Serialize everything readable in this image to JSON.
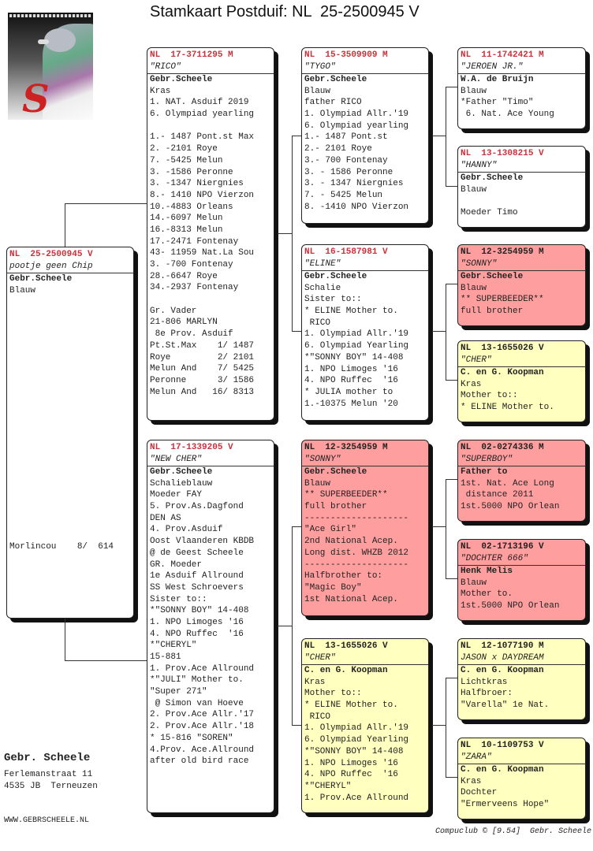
{
  "title": "Stamkaart Postduif: NL  25-2500945 V",
  "logo": {
    "name": "Scheele pigeon logo",
    "text": "S"
  },
  "colors": {
    "ring_red": "#c8323c",
    "box_red": "#ff9e9e",
    "box_yellow": "#ffffbf"
  },
  "subject": {
    "ring": "NL  25-2500945 V",
    "name": "pootje geen Chip",
    "lines": [
      "Gebr.Scheele",
      "Blauw"
    ],
    "result": "Morlincou    8/  614"
  },
  "pigeons": {
    "sire": {
      "ring": "NL  17-3711295 M",
      "name": "\"RICO\"",
      "lines": [
        "Gebr.Scheele",
        "Kras",
        "1. NAT. Asduif 2019",
        "6. Olympiad yearling",
        "",
        "1.- 1487 Pont.st Max",
        "2. -2101 Roye",
        "7. -5425 Melun",
        "3. -1586 Peronne",
        "3. -1347 Niergnies",
        "8.- 1410 NPO Vierzon",
        "10.-4883 Orleans",
        "14.-6097 Melun",
        "16.-8313 Melun",
        "17.-2471 Fontenay",
        "43- 11959 Nat.La Sou",
        "3. -700 Fontenay",
        "28.-6647 Roye",
        "34.-2937 Fontenay",
        "",
        "Gr. Vader",
        "21-806 MARLYN",
        " 8e Prov. Asduif",
        "Pt.St.Max    1/ 1487",
        "Roye         2/ 2101",
        "Melun And    7/ 5425",
        "Peronne      3/ 1586",
        "Melun And   16/ 8313"
      ]
    },
    "dam": {
      "ring": "NL  17-1339205 V",
      "name": "\"NEW CHER\"",
      "lines": [
        "Gebr.Scheele",
        "Schalieblauw",
        "Moeder FAY",
        "5. Prov.As.Dagfond",
        "DEN AS",
        "4. Prov.Asduif",
        "Oost Vlaanderen KBDB",
        "@ de Geest Scheele",
        "GR. Moeder",
        "1e Asduif Allround",
        "SS West Schroevers",
        "Sister to::",
        "*\"SONNY BOY\" 14-408",
        "1. NPO Limoges '16",
        "4. NPO Ruffec  '16",
        "*\"CHERYL\"",
        "15-881",
        "1. Prov.Ace Allround",
        "*\"JULI\" Mother to.",
        "\"Super 271\"",
        " @ Simon van Hoeve",
        "2. Prov.Ace Allr.'17",
        "2. Prov.Ace Allr.'18",
        "* 15-816 \"SOREN\"",
        "4.Prov. Ace.Allround",
        "after old bird race"
      ]
    },
    "ss": {
      "ring": "NL  15-3509909 M",
      "name": "\"TYGO\"",
      "lines": [
        "Gebr.Scheele",
        "Blauw",
        "father RICO",
        "1. Olympiad Allr.'19",
        "6. Olympiad yearling",
        "1.- 1487 Pont.st",
        "2.- 2101 Roye",
        "3.- 700 Fontenay",
        "3. - 1586 Peronne",
        "3. - 1347 Niergnies",
        "7. - 5425 Melun",
        "8. -1410 NPO Vierzon"
      ]
    },
    "sd": {
      "ring": "NL  16-1587981 V",
      "name": "\"ELINE\"",
      "lines": [
        "Gebr.Scheele",
        "Schalie",
        "Sister to::",
        "* ELINE Mother to.",
        " RICO",
        "1. Olympiad Allr.'19",
        "6. Olympiad Yearling",
        "*\"SONNY BOY\" 14-408",
        "1. NPO Limoges '16",
        "4. NPO Ruffec  '16",
        "* JULIA mother to",
        "1.-10375 Melun '20"
      ]
    },
    "ds": {
      "ring": "NL  12-3254959 M",
      "name": "\"SONNY\"",
      "color": "red",
      "lines": [
        "Gebr.Scheele",
        "Blauw",
        "** SUPERBEEDER**",
        "full brother",
        "--------------------",
        "\"Ace Girl\"",
        "2nd National Acep.",
        "Long dist. WHZB 2012",
        "--------------------",
        "Halfbrother to:",
        "\"Magic Boy\"",
        "1st National Acep."
      ]
    },
    "dd": {
      "ring": "NL  13-1655026 V",
      "name": "\"CHER\"",
      "color": "yellow",
      "lines": [
        "C. en G. Koopman",
        "Kras",
        "Mother to::",
        "* ELINE Mother to.",
        " RICO",
        "1. Olympiad Allr.'19",
        "6. Olympiad Yearling",
        "*\"SONNY BOY\" 14-408",
        "1. NPO Limoges '16",
        "4. NPO Ruffec  '16",
        "*\"CHERYL\"",
        "1. Prov.Ace Allround"
      ]
    },
    "sss": {
      "ring": "NL  11-1742421 M",
      "name": "\"JEROEN JR.\"",
      "lines": [
        "W.A. de Bruijn",
        "Blauw",
        "*Father \"Timo\"",
        " 6. Nat. Ace Young"
      ]
    },
    "ssd": {
      "ring": "NL  13-1308215 V",
      "name": "\"HANNY\"",
      "lines": [
        "Gebr.Scheele",
        "Blauw",
        "",
        "Moeder Timo"
      ]
    },
    "sds": {
      "ring": "NL  12-3254959 M",
      "name": "\"SONNY\"",
      "color": "red",
      "lines": [
        "Gebr.Scheele",
        "Blauw",
        "** SUPERBEEDER**",
        "full brother"
      ]
    },
    "sdd": {
      "ring": "NL  13-1655026 V",
      "name": "\"CHER\"",
      "color": "yellow",
      "lines": [
        "C. en G. Koopman",
        "Kras",
        "Mother to::",
        "* ELINE Mother to."
      ]
    },
    "dss": {
      "ring": "NL  02-0274336 M",
      "name": "\"SUPERBOY\"",
      "color": "red",
      "lines": [
        "Father to",
        "1st. Nat. Ace Long",
        " distance 2011",
        "1st.5000 NPO Orlean"
      ]
    },
    "dsd": {
      "ring": "NL  02-1713196 V",
      "name": "\"DOCHTER 666\"",
      "color": "red",
      "lines": [
        "Henk Melis",
        "Blauw",
        "Mother to.",
        "1st.5000 NPO Orlean"
      ]
    },
    "dds": {
      "ring": "NL  12-1077190 M",
      "name": "JASON x DAYDREAM",
      "color": "yellow",
      "lines": [
        "C. en G. Koopman",
        "Lichtkras",
        "Halfbroer:",
        "\"Varella\" 1e Nat."
      ]
    },
    "ddd": {
      "ring": "NL  10-1109753 V",
      "name": "\"ZARA\"",
      "color": "yellow",
      "lines": [
        "C. en G. Koopman",
        "Kras",
        "Dochter",
        "\"Ermerveens Hope\""
      ]
    }
  },
  "breeder": {
    "name": "Gebr. Scheele",
    "street": "Ferlemanstraat 11",
    "city": "4535 JB  Terneuzen",
    "website": "WWW.GEBRSCHEELE.NL"
  },
  "footer": "Compuclub © [9.54]  Gebr. Scheele"
}
